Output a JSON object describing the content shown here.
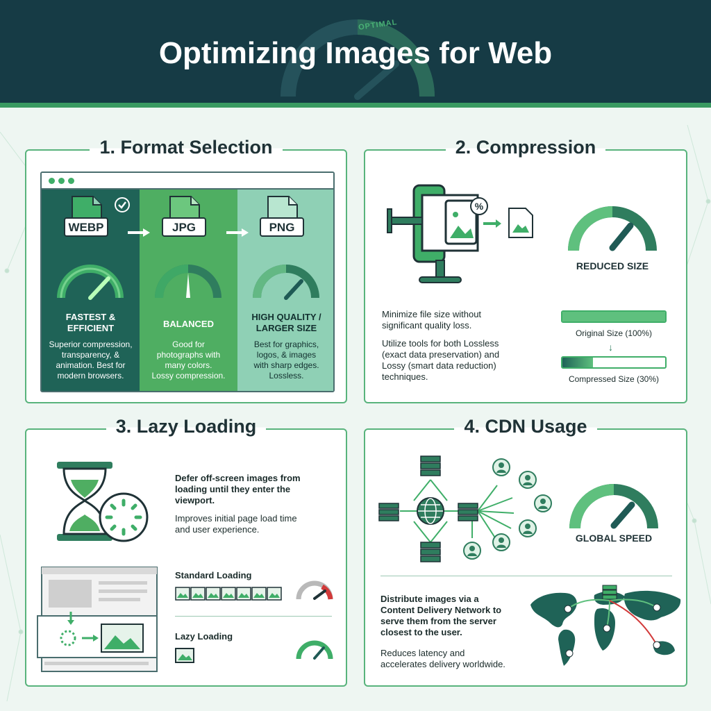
{
  "header": {
    "title": "Optimizing Images for Web",
    "gauge_tag": "OPTIMAL"
  },
  "panels": {
    "format": {
      "title": "1. Format Selection",
      "columns": [
        {
          "format": "WEBP",
          "label_1": "FASTEST &",
          "label_2": "EFFICIENT",
          "desc": [
            "Superior compression,",
            "transparency, &",
            "animation. Best for",
            "modern browsers."
          ]
        },
        {
          "format": "JPG",
          "label_1": "BALANCED",
          "label_2": "",
          "desc": [
            "Good for",
            "photographs with",
            "many colors.",
            "Lossy compression."
          ]
        },
        {
          "format": "PNG",
          "label_1": "HIGH QUALITY /",
          "label_2": "LARGER SIZE",
          "desc": [
            "Best for graphics,",
            "logos, & images",
            "with sharp edges.",
            "Lossless."
          ]
        }
      ]
    },
    "compression": {
      "title": "2. Compression",
      "gauge_label": "REDUCED SIZE",
      "percent_badge": "%",
      "text_1": [
        "Minimize file size without",
        "significant quality loss."
      ],
      "text_2": [
        "Utilize tools for both Lossless",
        "(exact data preservation) and",
        "Lossy (smart data reduction)",
        "techniques."
      ],
      "original_label": "Original Size (100%)",
      "compressed_label": "Compressed Size (30%)",
      "original_fraction": 1.0,
      "compressed_fraction": 0.3
    },
    "lazy": {
      "title": "3. Lazy Loading",
      "text_1": [
        "Defer off-screen images from",
        "loading until they enter the",
        "viewport."
      ],
      "text_2": [
        "Improves initial page load time",
        "and user experience."
      ],
      "standard_label": "Standard Loading",
      "lazy_label": "Lazy Loading"
    },
    "cdn": {
      "title": "4. CDN Usage",
      "gauge_label": "GLOBAL SPEED",
      "text_1": [
        "Distribute images via a",
        "Content Delivery Network to",
        "serve them from the server",
        "closest to the user."
      ],
      "text_2": [
        "Reduces latency and",
        "accelerates delivery worldwide."
      ]
    }
  },
  "colors": {
    "navy": "#163b45",
    "dark_green": "#1f6357",
    "green": "#4fae62",
    "light_green": "#8fd0b5",
    "accent": "#3fae68",
    "red": "#d23a3a"
  }
}
